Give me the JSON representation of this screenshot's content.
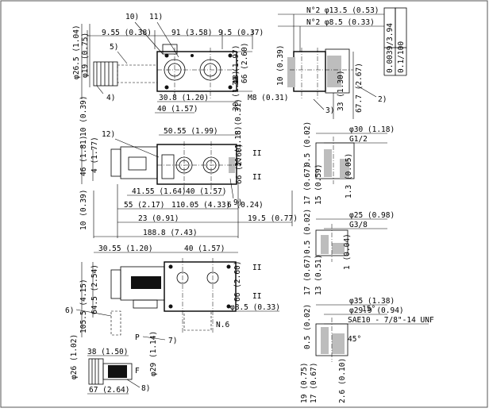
{
  "top": {
    "top_width": "9.55 (0.38)",
    "mid_width": "91 (3.58)",
    "right_width": "9.5 (0.37)",
    "callout_10": "10)",
    "callout_11": "11)",
    "callout_5": "5)",
    "callout_4": "4)",
    "d_left": "φ26.5 (1.04)",
    "d_inner": "φ19 (0.75)",
    "h_right1": "30 (1.97)",
    "h_right2": "66 (2.60)",
    "h_right3": "30 (1.18)",
    "b_308": "30.8 (1.20)",
    "b_40": "40 (1.57)",
    "m8": "M8 (0.31)",
    "v_8": "8 (0.31)",
    "v_10": "10 (0.39)"
  },
  "side": {
    "n2a": "N°2 φ13.5 (0.53)",
    "n2b": "N°2 φ8.5 (0.33)",
    "tol1": "0.0039/3.94",
    "tol2": "0.1/100",
    "v10": "10 (0.39)",
    "v33": "33 (1.30)",
    "v677": "67.7 (2.67)",
    "c3": "3)",
    "c2": "2)"
  },
  "plan": {
    "w5055": "50.55 (1.99)",
    "c12": "12)",
    "c9": "9)",
    "v46": "46 (1.81)",
    "v4": "4 (1.77)",
    "h66": "66 (2.60)",
    "h_top": "30 (1.18)",
    "b4155": "41.55 (1.64)",
    "b40": "40 (1.57)",
    "b55": "55 (2.17)",
    "b110": "110.05 (4.33)",
    "b6": "6 (0.24)",
    "b23": "23 (0.91)",
    "b195": "19.5 (0.77)",
    "b1888": "188.8 (7.43)",
    "v10": "10 (0.39)",
    "ii": "II"
  },
  "ports": {
    "p1_d": "φ30 (1.18)",
    "p1_thread": "G1/2",
    "p1_v1": "0.5 (0.02)",
    "p1_v2": "17 (0.67)",
    "p1_v3": "15 (0.59)",
    "p1_v4": "1.3 (0.05)",
    "p2_d": "φ25 (0.98)",
    "p2_thread": "G3/8",
    "p2_v1": "0.5 (0.02)",
    "p2_v2": "17 (0.67)",
    "p2_v3": "13 (0.51)",
    "p2_v4": "1 (0.04)",
    "p3_d": "φ35 (1.38)",
    "p3_d2": "φ29.9 (0.94)",
    "p3_thread": "SAE10 - 7/8\"-14 UNF",
    "p3_v1": "0.5 (0.02)",
    "p3_v2": "19 (0.75)",
    "p3_v3": "17 (0.67)",
    "p3_v4": "2.6 (0.10)",
    "angle": "15°",
    "angle2": "45°"
  },
  "bottom": {
    "w3055": "30.55 (1.20)",
    "w40": "40 (1.57)",
    "v1055": "105.5 (4.15)",
    "v645": "64.5 (2.54)",
    "v66": "66 (2.60)",
    "d85": "φ8.5 (0.33)",
    "n6": "N.6",
    "c6": "6)",
    "c7": "7)",
    "c8": "8)",
    "w38": "38 (1.50)",
    "w67": "67 (2.64)",
    "d26": "φ26 (1.02)",
    "d29": "φ29 (1.14)",
    "lbl_p": "P",
    "lbl_f": "F",
    "ii": "II"
  }
}
